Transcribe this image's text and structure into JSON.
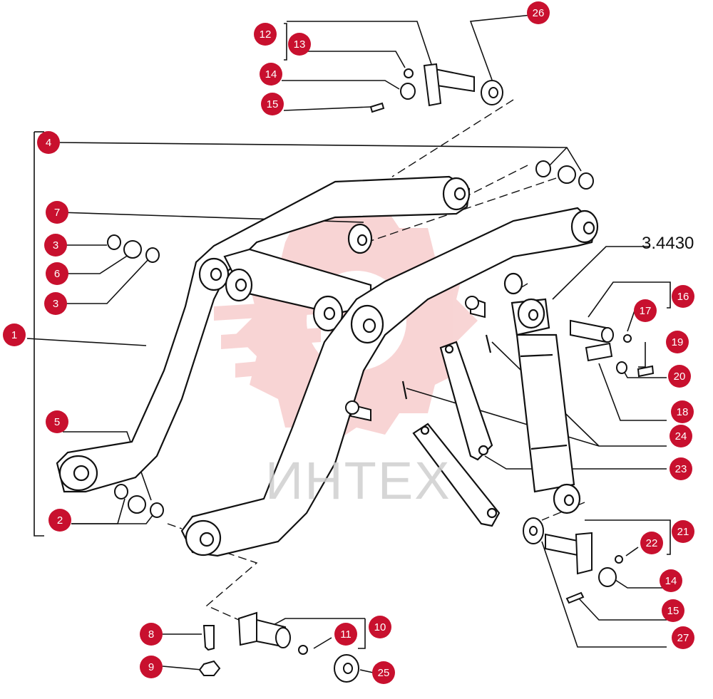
{
  "diagram": {
    "reference": "3.4430",
    "watermark_text": "ИНТЕХ",
    "callout_color": "#c8102e",
    "line_color": "#111111",
    "callouts": [
      "1",
      "2",
      "3",
      "3",
      "4",
      "5",
      "6",
      "7",
      "8",
      "9",
      "10",
      "11",
      "12",
      "13",
      "14",
      "14",
      "15",
      "15",
      "16",
      "17",
      "18",
      "19",
      "20",
      "21",
      "22",
      "23",
      "24",
      "25",
      "26",
      "27"
    ]
  }
}
